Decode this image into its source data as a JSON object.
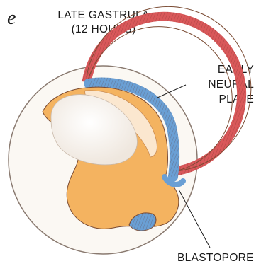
{
  "panel": {
    "letter": "e",
    "title_line1": "LATE GASTRULA",
    "title_line2": "(12 HOURS)"
  },
  "labels": {
    "neural_line1": "EARLY",
    "neural_line2": "NEURAL",
    "neural_line3": "PLATE",
    "blastopore": "BLASTOPORE"
  },
  "colors": {
    "ectoderm": "#d9585a",
    "neural_plate": "#6a9fd4",
    "endoderm": "#f4b360",
    "yolk": "#f7f2ec",
    "outline": "#7a4b33"
  }
}
